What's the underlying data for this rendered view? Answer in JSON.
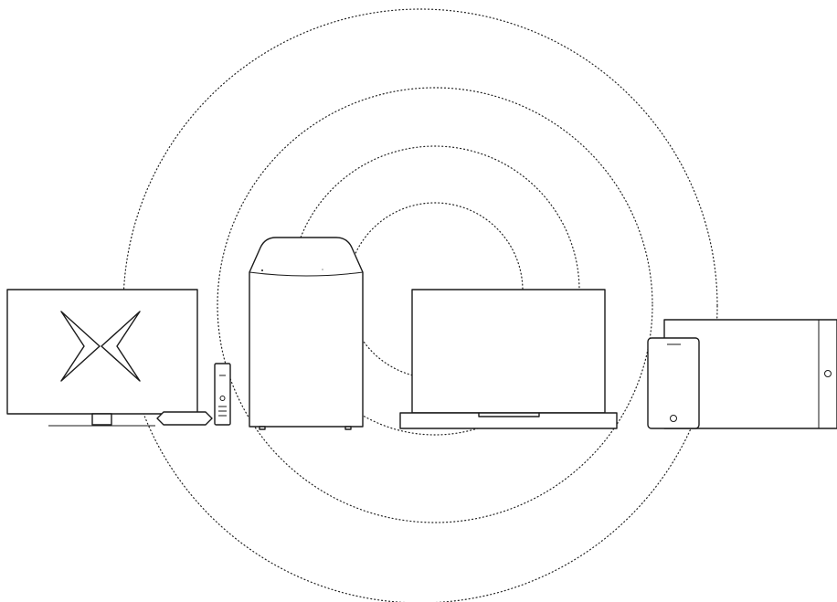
{
  "diagram": {
    "subject": "wireless-coverage-illustration",
    "ring_count": 4,
    "devices": [
      {
        "name": "tv",
        "icon": "tv-icon"
      },
      {
        "name": "streaming-box",
        "icon": "streaming-box-icon"
      },
      {
        "name": "remote",
        "icon": "remote-icon"
      },
      {
        "name": "router",
        "icon": "router-icon"
      },
      {
        "name": "laptop",
        "icon": "laptop-icon"
      },
      {
        "name": "phone",
        "icon": "smartphone-icon"
      },
      {
        "name": "tablet",
        "icon": "tablet-icon"
      }
    ],
    "colors": {
      "line": "#1a1a1a",
      "background": "#ffffff"
    }
  }
}
